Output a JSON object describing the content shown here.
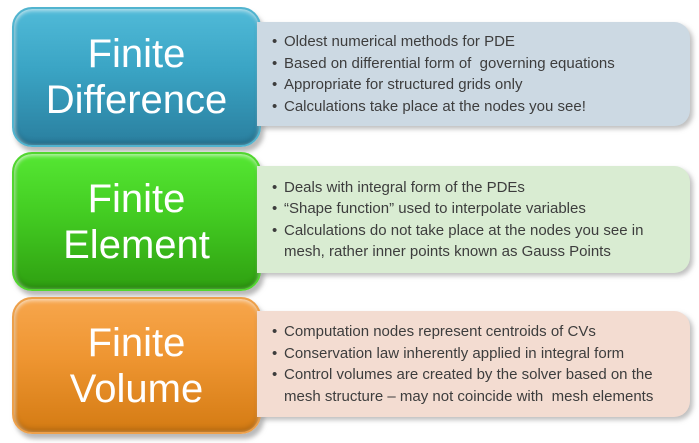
{
  "rows": [
    {
      "box": {
        "title": "Finite\nDifference",
        "fill_top": "#50bad8",
        "fill_bottom": "#2a7f9f"
      },
      "panel": {
        "background": "#ccd9e3",
        "bullets": [
          "Oldest numerical methods for PDE",
          "Based on differential form of  governing equations",
          "Appropriate for structured grids only",
          "Calculations take place at the nodes you see!"
        ]
      }
    },
    {
      "box": {
        "title": "Finite\nElement",
        "fill_top": "#55e733",
        "fill_bottom": "#2fa011"
      },
      "panel": {
        "background": "#d9ecd2",
        "bullets": [
          "Deals with integral form of the PDEs",
          "“Shape function” used to interpolate variables",
          "Calculations do not take place at the nodes you see in mesh, rather inner points known as Gauss Points"
        ]
      }
    },
    {
      "box": {
        "title": "Finite\nVolume",
        "fill_top": "#f7a64c",
        "fill_bottom": "#d47b13"
      },
      "panel": {
        "background": "#f3dcd1",
        "bullets": [
          "Computation nodes represent centroids of CVs",
          "Conservation law inherently applied in integral form",
          "Control volumes are created by the solver based on the mesh structure – may not coincide with  mesh elements"
        ]
      }
    }
  ],
  "colors": {
    "text_dark": "#3d3d3d",
    "box_text": "#ffffff",
    "background": "#ffffff"
  }
}
